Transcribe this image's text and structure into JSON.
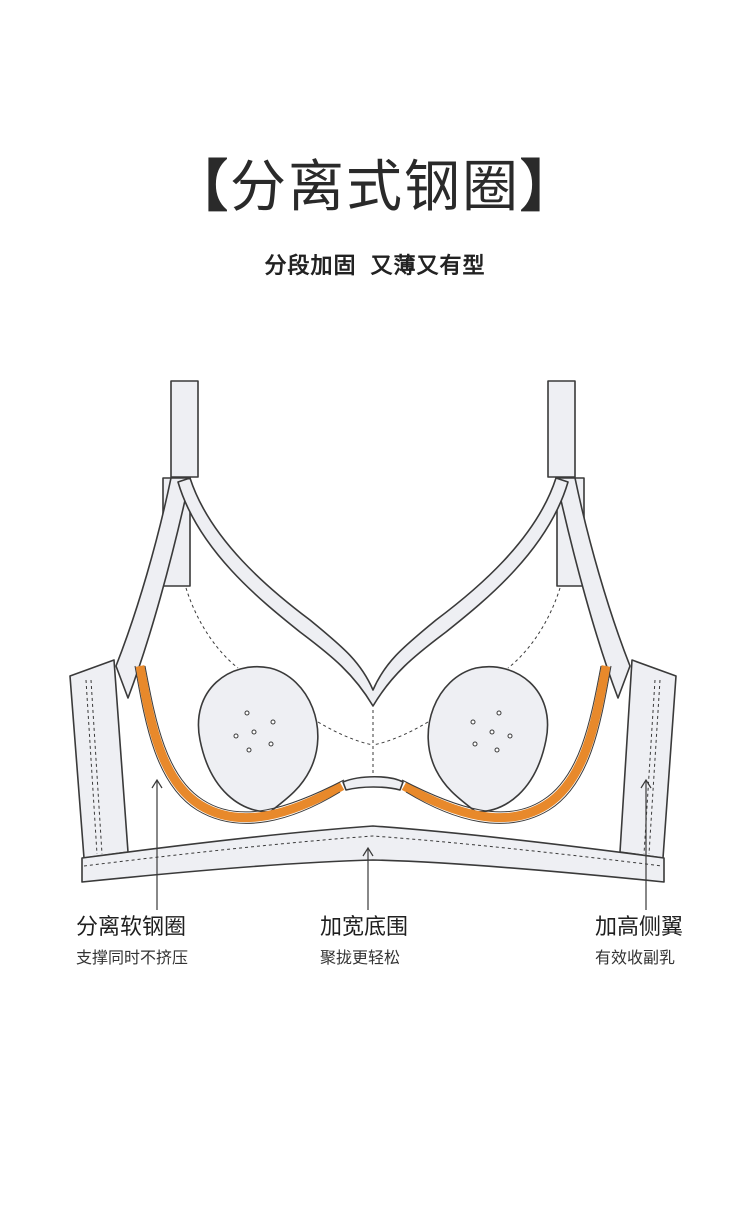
{
  "header": {
    "bracket_open": "【",
    "title": "分离式钢圈",
    "bracket_close": "】",
    "subtitle_part1": "分段加固",
    "subtitle_part2": "又薄又有型"
  },
  "features": [
    {
      "label": "分离软钢圈",
      "desc": "支撑同时不挤压"
    },
    {
      "label": "加宽底围",
      "desc": "聚拢更轻松"
    },
    {
      "label": "加高侧翼",
      "desc": "有效收副乳"
    }
  ],
  "colors": {
    "wire": "#e8892b",
    "fabric": "#eeeff3",
    "outline": "#3a3a3a"
  }
}
